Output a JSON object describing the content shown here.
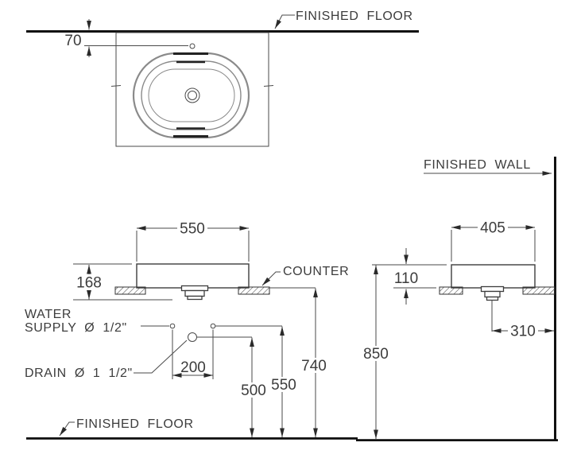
{
  "colors": {
    "background": "#ffffff",
    "line": "#4a4a4a",
    "heavy_line": "#111111",
    "text": "#3c3c3c",
    "basin_rim": "#8a8a8a"
  },
  "plan_view": {
    "finished_floor_label": "FINISHED FLOOR",
    "faucet_offset": "70"
  },
  "front_elevation": {
    "basin_width": "550",
    "basin_height": "168",
    "counter_label": "COUNTER",
    "water_supply_line1": "WATER",
    "water_supply_line2": "SUPPLY Ø 1/2\"",
    "drain_label": "DRAIN Ø 1 1/2\"",
    "supply_spacing": "200",
    "drain_height": "500",
    "supply_height": "550",
    "counter_height": "740",
    "finished_floor_label": "FINISHED FLOOR"
  },
  "side_elevation": {
    "finished_wall_label": "FINISHED WALL",
    "basin_depth": "405",
    "rim_above_counter": "110",
    "drain_wall_offset": "310",
    "rim_height": "850"
  }
}
